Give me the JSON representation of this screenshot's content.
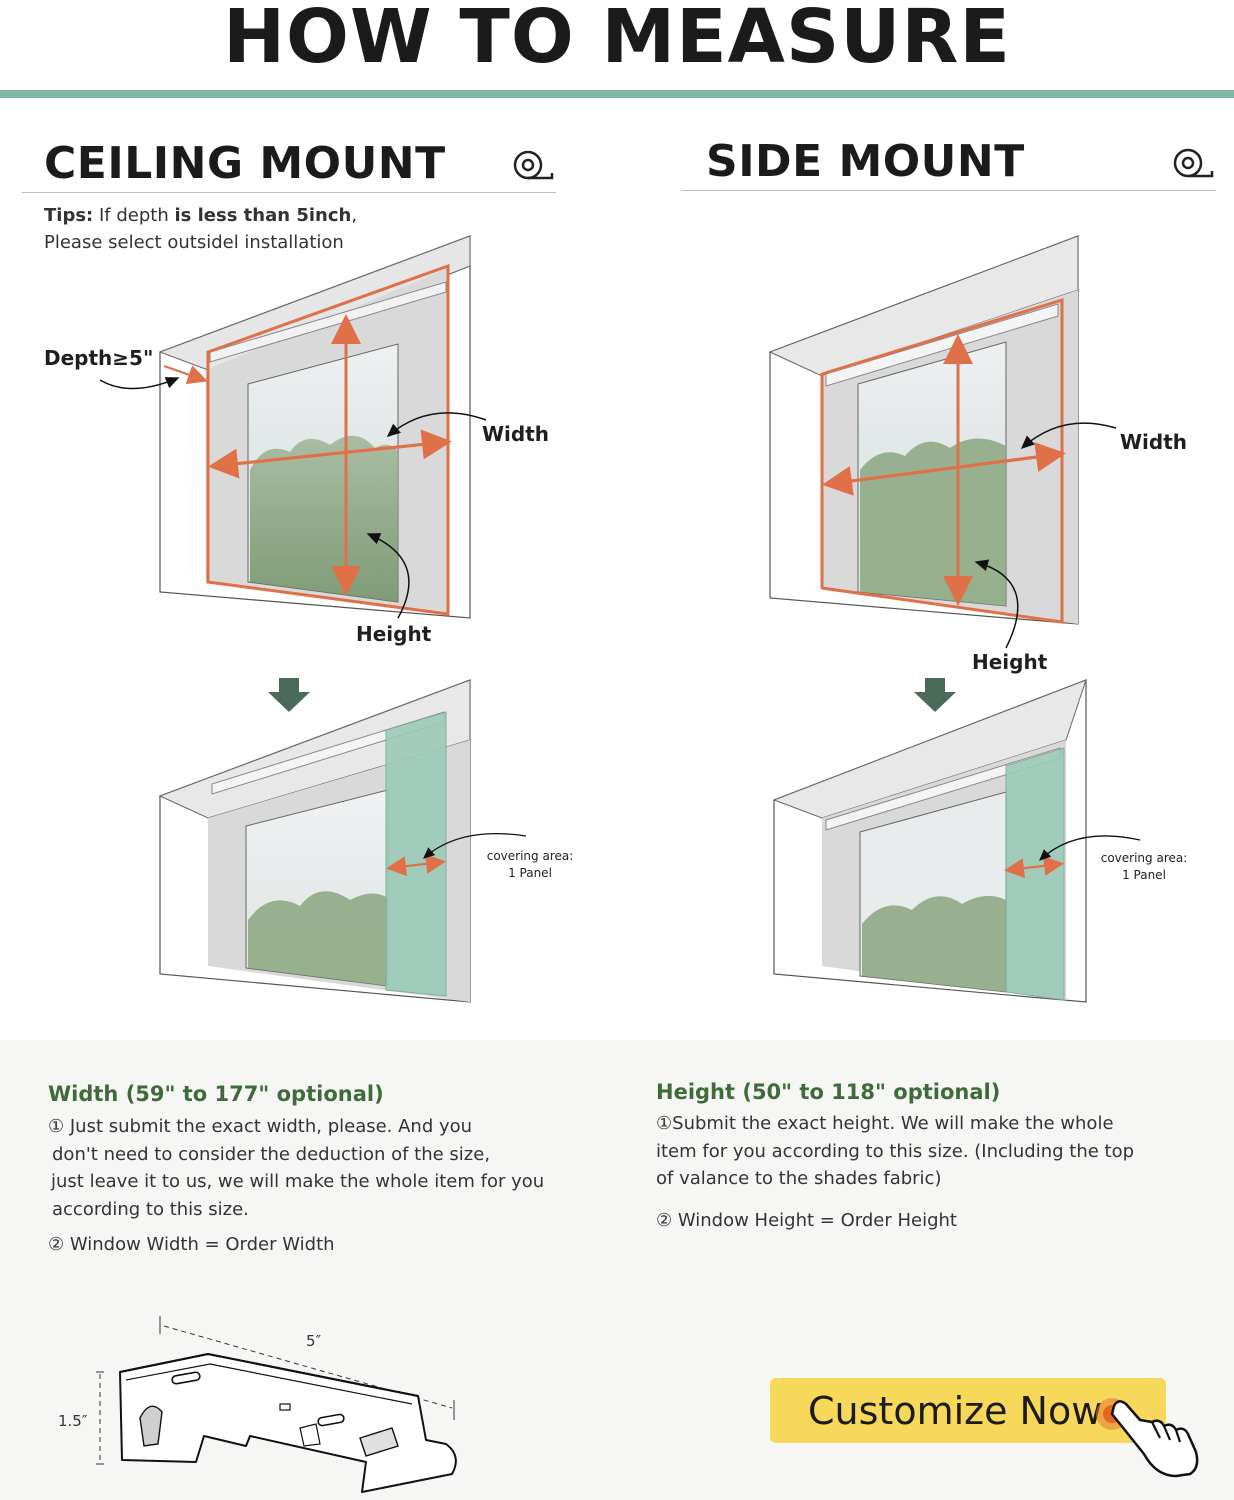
{
  "page": {
    "title": "HOW TO MEASURE",
    "accent_color": "#7fb8a6",
    "measure_line_color": "#e07048",
    "panel_color": "#9ccab7"
  },
  "ceiling_mount": {
    "title": "CEILING MOUNT",
    "icon": "tape-measure-icon",
    "tips_label": "Tips:",
    "tips_text_1": " If depth ",
    "tips_bold": "is less than 5inch",
    "tips_text_2": ",",
    "tips_line_2": "Please select outsidel installation",
    "depth_label": "Depth≥5\"",
    "width_label": "Width",
    "height_label": "Height",
    "covering_label_1": "covering area:",
    "covering_label_2": "1 Panel"
  },
  "side_mount": {
    "title": "SIDE MOUNT",
    "icon": "tape-measure-icon",
    "width_label": "Width",
    "height_label": "Height",
    "covering_label_1": "covering area:",
    "covering_label_2": "1 Panel"
  },
  "width_spec": {
    "title": "Width (59\" to 177\" optional)",
    "line_1": "① Just submit the exact width, please. And you",
    "line_2": "don't need to consider the deduction of the size,",
    "line_3": "just leave it to us, we will make the whole item for you",
    "line_4": "according to this size.",
    "line_5": "②  Window Width = Order Width"
  },
  "height_spec": {
    "title": "Height (50\" to 118\" optional)",
    "line_1": "①Submit the exact height. We will make the whole",
    "line_2": "item for you according to this size. (Including the top",
    "line_3": "of valance to the shades  fabric)",
    "line_4": "② Window Height = Order Height"
  },
  "bracket": {
    "length_label": "5″",
    "height_label": "1.5″"
  },
  "cta": {
    "label": "Customize Now",
    "icon": "pointer-hand-icon"
  }
}
